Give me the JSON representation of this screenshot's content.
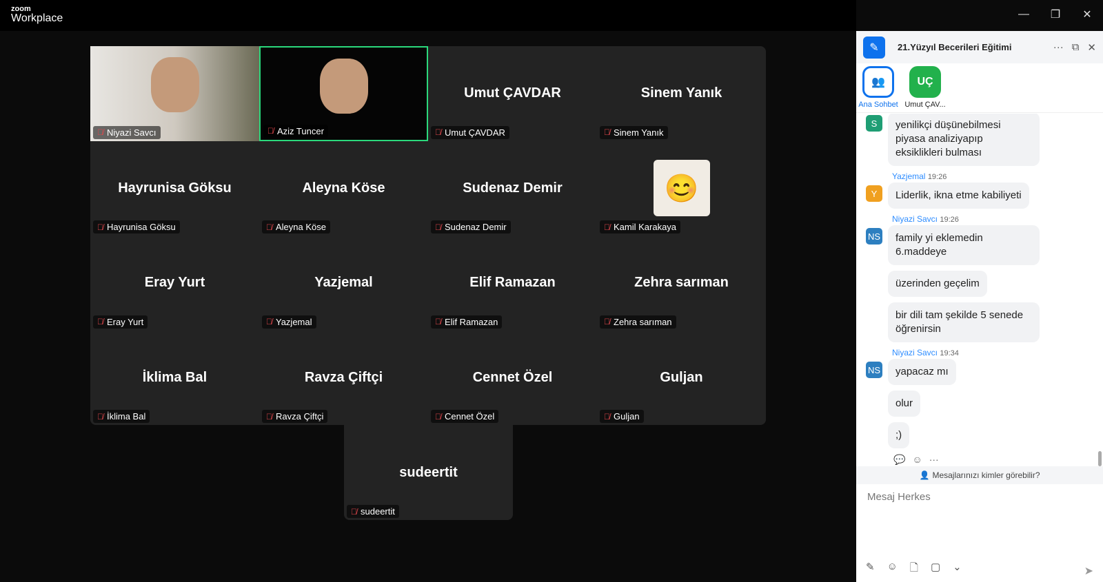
{
  "app": {
    "logo_top": "zoom",
    "logo_bottom": "Workplace"
  },
  "tiles": [
    {
      "big": "",
      "name": "Niyazi Savcı",
      "video": true
    },
    {
      "big": "",
      "name": "Aziz Tuncer",
      "video": true
    },
    {
      "big": "Umut ÇAVDAR",
      "name": "Umut ÇAVDAR"
    },
    {
      "big": "Sinem Yanık",
      "name": "Sinem Yanık"
    },
    {
      "big": "Hayrunisa Göksu",
      "name": "Hayrunisa Göksu"
    },
    {
      "big": "Aleyna Köse",
      "name": "Aleyna Köse"
    },
    {
      "big": "Sudenaz Demir",
      "name": "Sudenaz Demir"
    },
    {
      "big": "",
      "name": "Kamil Karakaya",
      "avatar": true
    },
    {
      "big": "Eray Yurt",
      "name": "Eray Yurt"
    },
    {
      "big": "Yazjemal",
      "name": "Yazjemal"
    },
    {
      "big": "Elif Ramazan",
      "name": "Elif Ramazan"
    },
    {
      "big": "Zehra sarıman",
      "name": "Zehra sarıman"
    },
    {
      "big": "İklima Bal",
      "name": "İklima Bal"
    },
    {
      "big": "Ravza Çiftçi",
      "name": "Ravza Çiftçi"
    },
    {
      "big": "Cennet Özel",
      "name": "Cennet Özel"
    },
    {
      "big": "Guljan",
      "name": "Guljan"
    }
  ],
  "extra": {
    "big": "sudeertit",
    "name": "sudeertit"
  },
  "chat": {
    "title": "21.Yüzyıl Becerileri Eğitimi",
    "tabs": [
      {
        "initials": "",
        "label": "Ana Sohbet"
      },
      {
        "initials": "UÇ",
        "label": "Umut ÇAV..."
      }
    ],
    "msg0": {
      "avatar": "S",
      "text": "yenilikçi düşünebilmesi piyasa analiziyapıp eksiklikleri bulması"
    },
    "msg1": {
      "sender": "Yazjemal",
      "time": "19:26",
      "avatar": "Y",
      "text": "Liderlik, ikna etme kabiliyeti"
    },
    "msg2": {
      "sender": "Niyazi Savcı",
      "time": "19:26",
      "avatar": "NS",
      "texts": [
        "family yi eklemedin 6.maddeye",
        "üzerinden geçelim",
        "bir dili tam şekilde 5 senede öğrenirsin"
      ]
    },
    "msg3": {
      "sender": "Niyazi Savcı",
      "time": "19:34",
      "avatar": "NS",
      "texts": [
        "yapacaz mı",
        "olur",
        ";)"
      ]
    },
    "who_can_see": "Mesajlarınızı kimler görebilir?",
    "placeholder": "Mesaj Herkes"
  },
  "colors": {
    "accent": "#0e72ed",
    "active_speaker": "#2bd97c",
    "muted": "#e5484d"
  }
}
